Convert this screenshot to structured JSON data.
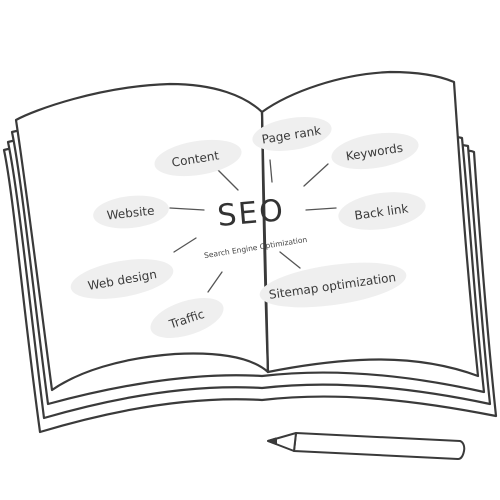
{
  "illustration": {
    "center": {
      "title": "SEO",
      "subtitle": "Search Engine Optimization"
    },
    "topics": [
      {
        "id": "content",
        "label": "Content"
      },
      {
        "id": "page-rank",
        "label": "Page rank"
      },
      {
        "id": "keywords",
        "label": "Keywords"
      },
      {
        "id": "website",
        "label": "Website"
      },
      {
        "id": "back-link",
        "label": "Back link"
      },
      {
        "id": "web-design",
        "label": "Web design"
      },
      {
        "id": "sitemap-optimization",
        "label": "Sitemap optimization"
      },
      {
        "id": "traffic",
        "label": "Traffic"
      }
    ],
    "colors": {
      "ink": "#3a3a3a",
      "paper": "#ffffff",
      "bubble": "#efefef"
    }
  }
}
